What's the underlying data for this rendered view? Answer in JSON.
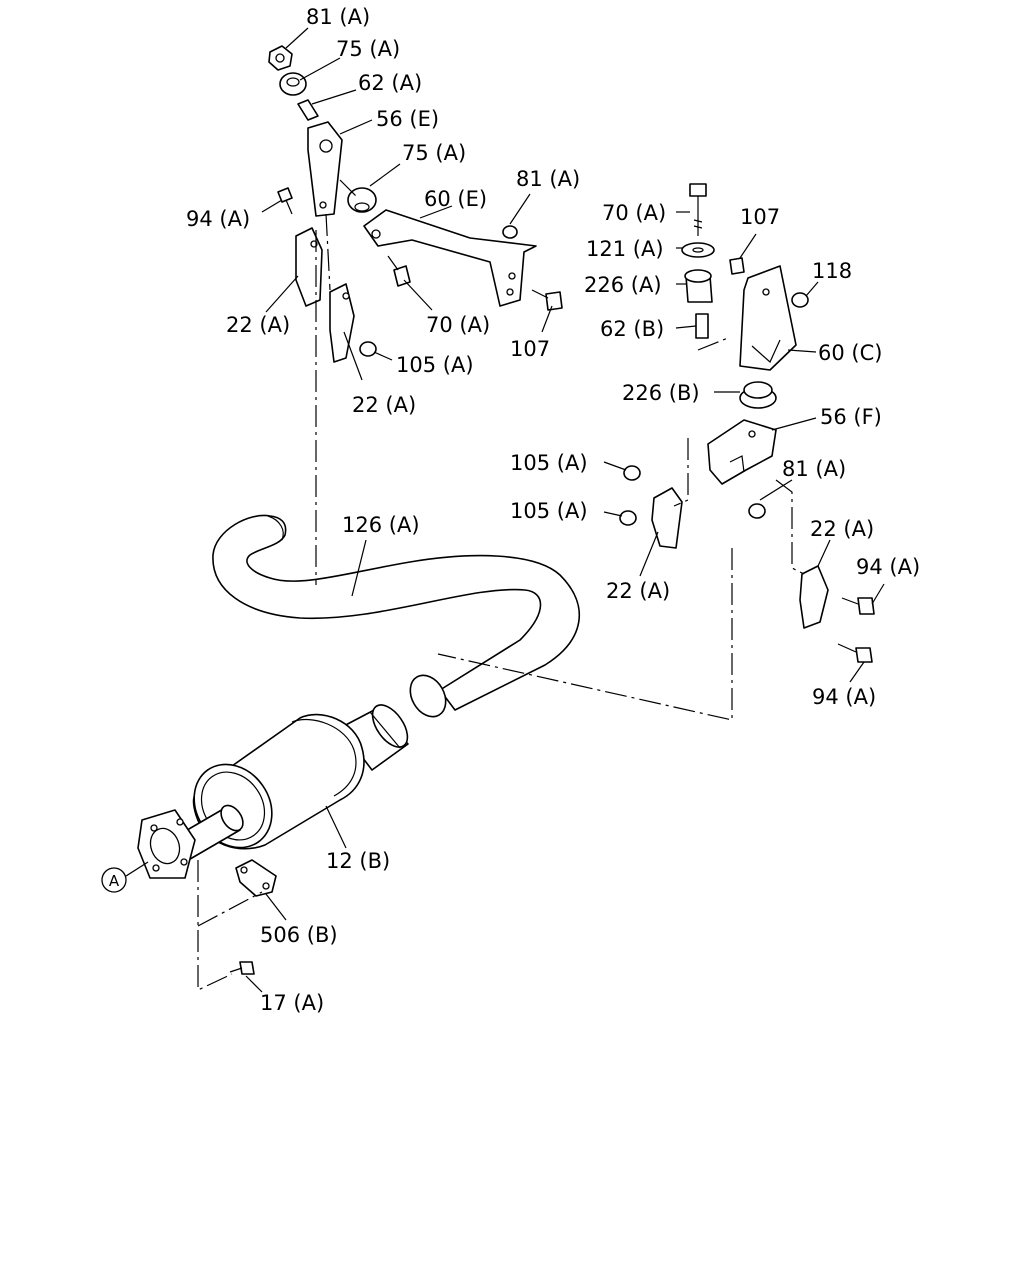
{
  "labels": {
    "l_81A_top": "81 (A)",
    "l_75A_top": "75 (A)",
    "l_62A": "62 (A)",
    "l_56E": "56 (E)",
    "l_75A_mid": "75 (A)",
    "l_94A_left": "94 (A)",
    "l_60E": "60 (E)",
    "l_81A_mid": "81 (A)",
    "l_22A_left": "22 (A)",
    "l_70A_mid": "70 (A)",
    "l_107_mid": "107",
    "l_105A_top": "105 (A)",
    "l_22A_center": "22 (A)",
    "l_70A_right": "70 (A)",
    "l_107_right": "107",
    "l_121A": "121 (A)",
    "l_226A": "226 (A)",
    "l_118": "118",
    "l_62B": "62 (B)",
    "l_60C": "60 (C)",
    "l_226B": "226 (B)",
    "l_56F": "56 (F)",
    "l_105A_r1": "105 (A)",
    "l_81A_right": "81 (A)",
    "l_105A_r2": "105 (A)",
    "l_22A_r1": "22 (A)",
    "l_126A": "126 (A)",
    "l_22A_r2": "22 (A)",
    "l_94A_r1": "94 (A)",
    "l_94A_r2": "94 (A)",
    "l_12B": "12 (B)",
    "l_A": "A",
    "l_506B": "506 (B)",
    "l_17A": "17 (A)"
  }
}
